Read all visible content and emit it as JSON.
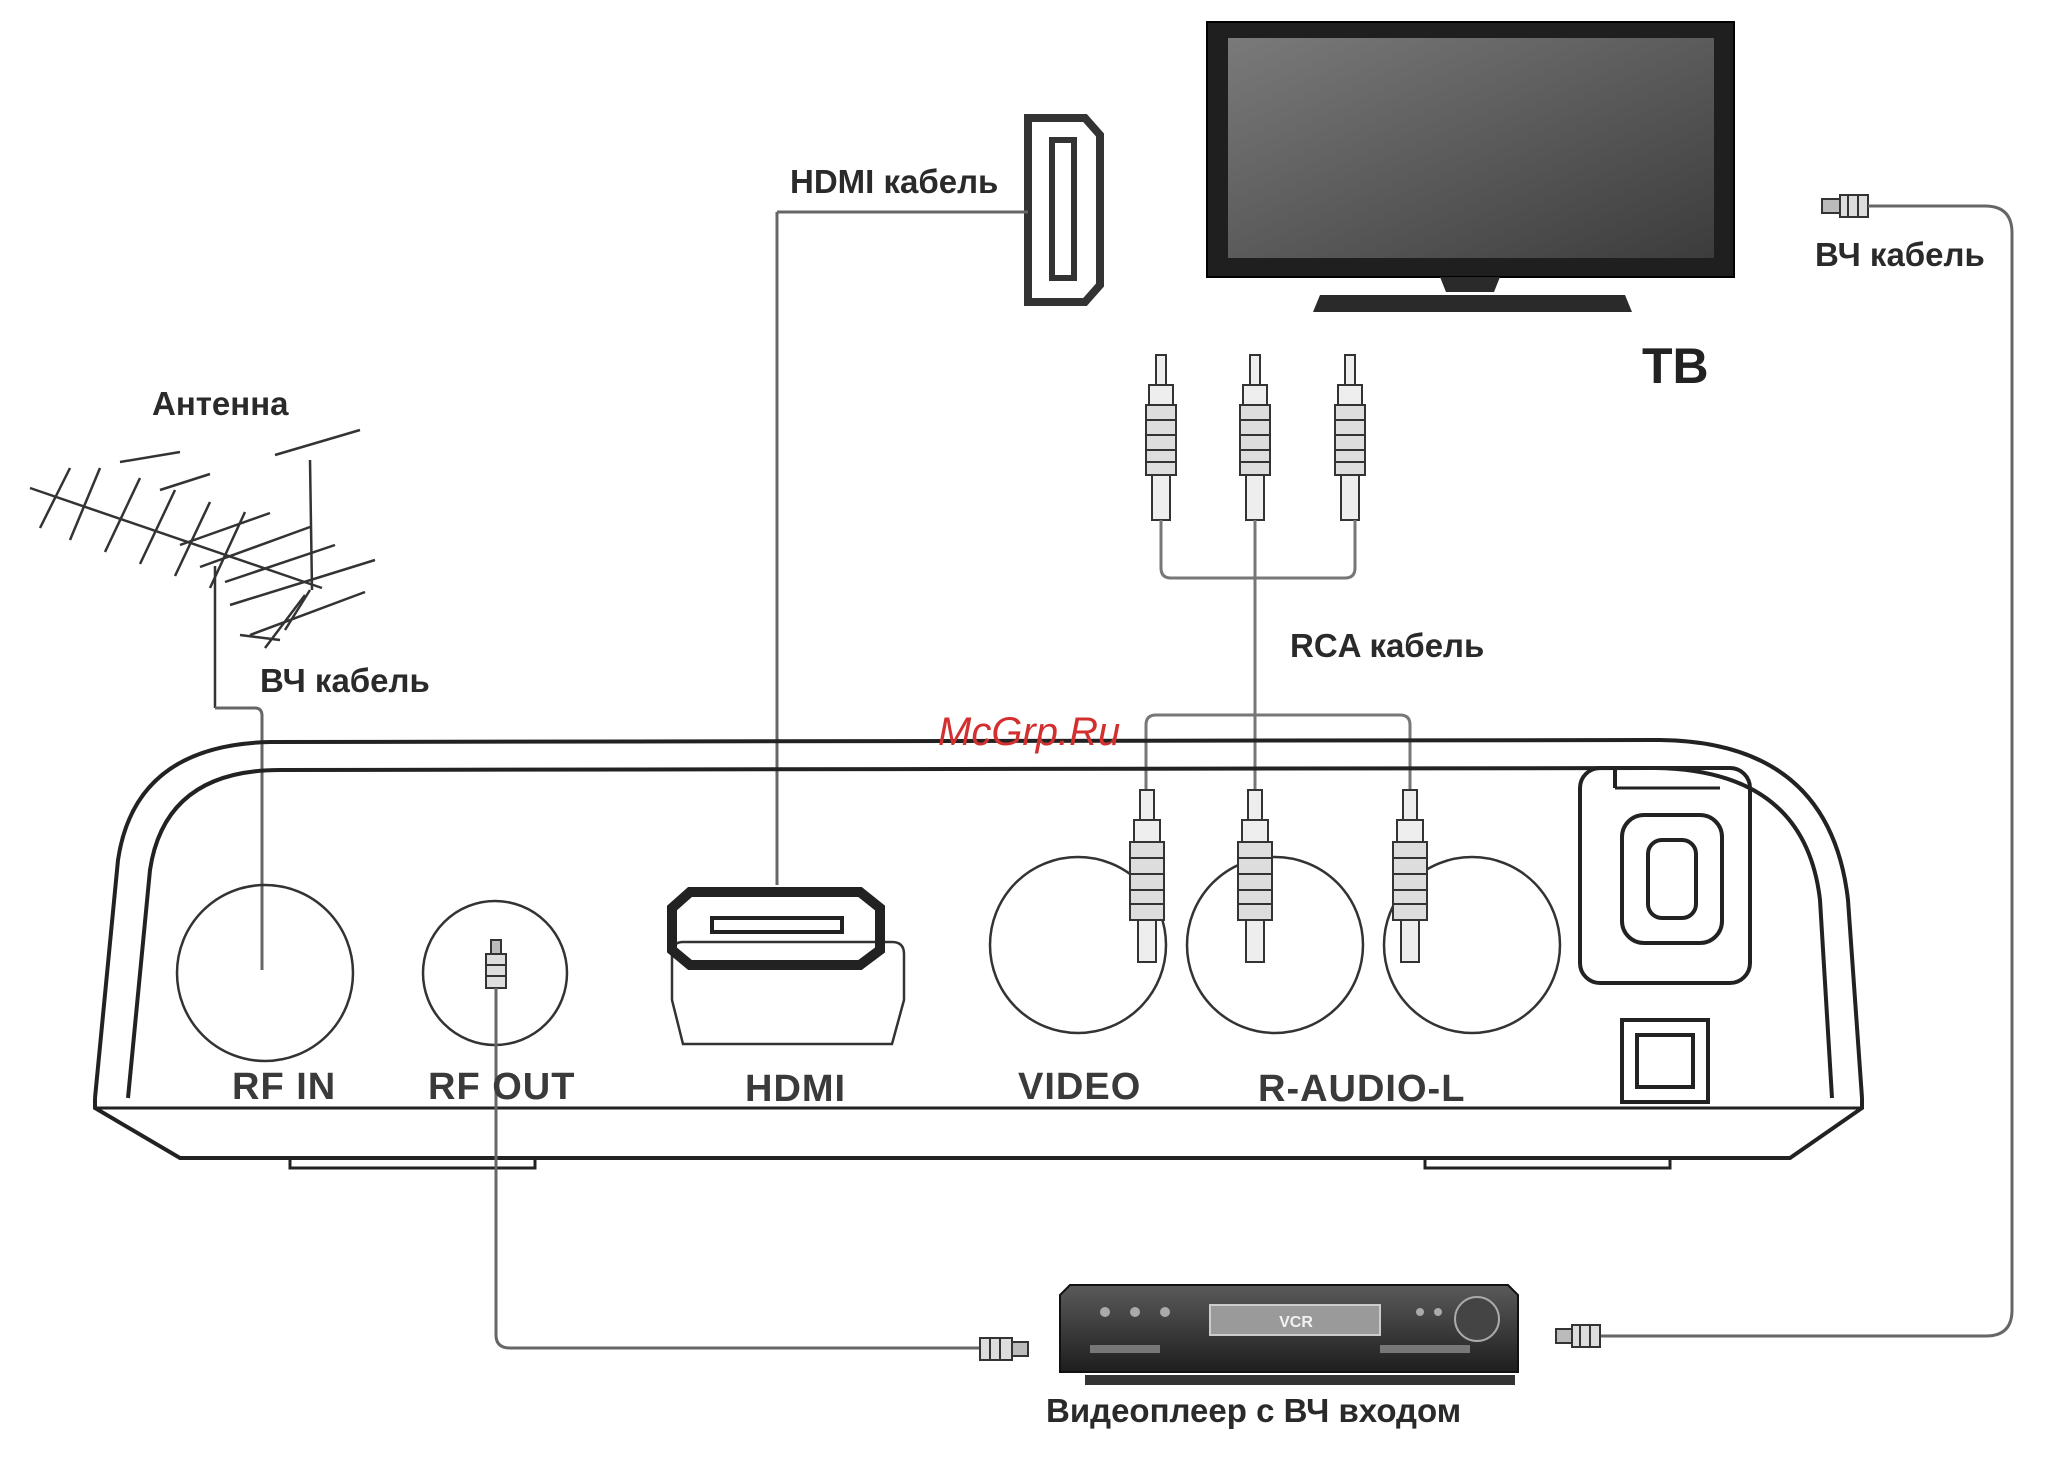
{
  "labels": {
    "hdmi_cable": "HDMI кабель",
    "rf_cable_right": "ВЧ кабель",
    "tv": "ТВ",
    "antenna": "Антенна",
    "rf_cable_left": "ВЧ кабель",
    "rca_cable": "RCA кабель",
    "watermark": "McGrp.Ru",
    "vcr": "Видеоплеер с ВЧ входом",
    "vcr_badge": "VCR"
  },
  "ports": {
    "rf_in": "RF IN",
    "rf_out": "RF OUT",
    "hdmi": "HDMI",
    "video": "VIDEO",
    "audio": "R-AUDIO-L"
  },
  "colors": {
    "line": "#333333",
    "cable": "#666666",
    "screen": "#5a5a5a",
    "watermark": "#d32f2f"
  }
}
